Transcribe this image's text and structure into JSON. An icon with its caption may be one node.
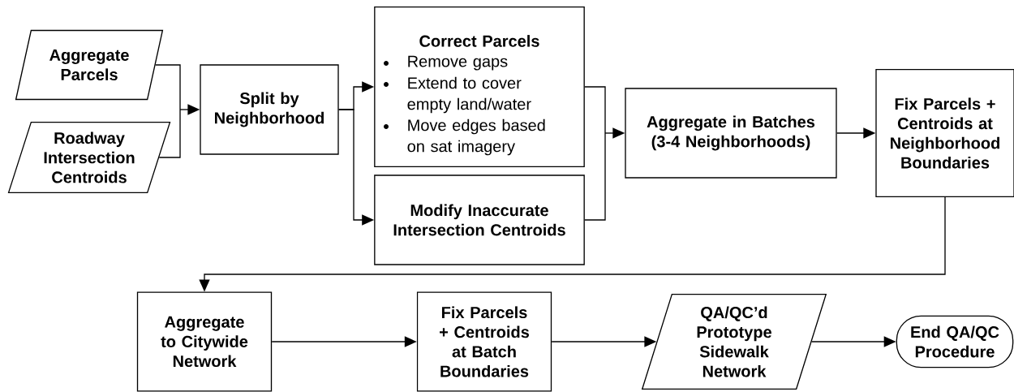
{
  "diagram": {
    "nodes": [
      {
        "text": [
          "Aggregate Parcels"
        ]
      },
      {
        "text": [
          "Roadway Intersection Centroids"
        ]
      },
      {
        "text": [
          "Split by Neighborhood"
        ]
      },
      {
        "text": [
          "Correct Parcels",
          "Remove gaps",
          "Extend to cover empty land/water",
          "Move edges based on sat imagery"
        ]
      },
      {
        "text": [
          "Modify Inaccurate Intersection Centroids"
        ]
      },
      {
        "text": [
          "Aggregate in Batches (3-4 Neighborhoods)"
        ]
      },
      {
        "text": [
          "Fix Parcels + Centroids at Neighborhood Boundaries"
        ]
      },
      {
        "text": [
          "Aggregate to Citywide Network"
        ]
      },
      {
        "text": [
          "Fix Parcels + Centroids at Batch Boundaries"
        ]
      },
      {
        "text": [
          "QA/QC’d Prototype Sidewalk Network"
        ]
      },
      {
        "text": [
          "End QA/QC Procedure"
        ]
      }
    ],
    "edges": [
      {
        "from": 0,
        "to": 2,
        "arrow": "to"
      },
      {
        "from": 1,
        "to": 2,
        "arrow": "to"
      },
      {
        "from": 2,
        "to": 3,
        "arrow": "to"
      },
      {
        "from": 2,
        "to": 4,
        "arrow": "to"
      },
      {
        "from": 3,
        "to": 5,
        "arrow": "to"
      },
      {
        "from": 4,
        "to": 5,
        "arrow": "to"
      },
      {
        "from": 5,
        "to": 6,
        "arrow": "to"
      },
      {
        "from": 6,
        "to": 7,
        "arrow": "to"
      },
      {
        "from": 7,
        "to": 8,
        "arrow": "to"
      },
      {
        "from": 8,
        "to": 9,
        "arrow": "to"
      },
      {
        "from": 9,
        "to": 10,
        "arrow": "to"
      }
    ]
  }
}
